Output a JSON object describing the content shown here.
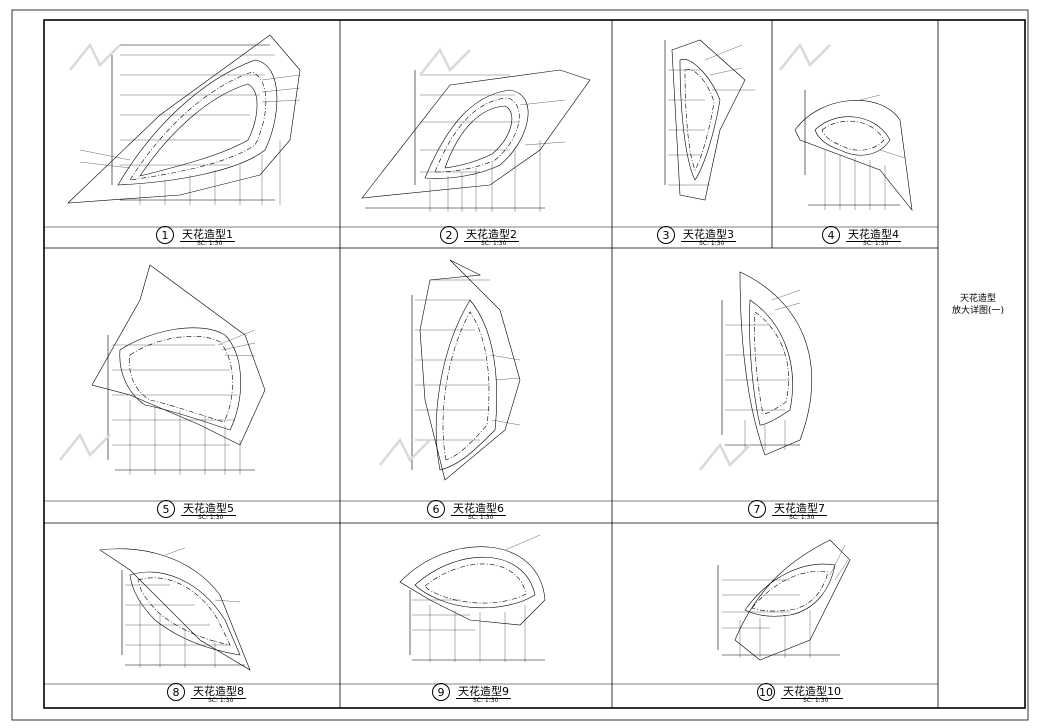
{
  "sheet": {
    "side_title_line1": "天花造型",
    "side_title_line2": "放大详图(一)"
  },
  "details": [
    {
      "num": "1",
      "title": "天花造型1",
      "scale": "SC: 1:30"
    },
    {
      "num": "2",
      "title": "天花造型2",
      "scale": "SC: 1:30"
    },
    {
      "num": "3",
      "title": "天花造型3",
      "scale": "SC: 1:30"
    },
    {
      "num": "4",
      "title": "天花造型4",
      "scale": "SC: 1:30"
    },
    {
      "num": "5",
      "title": "天花造型5",
      "scale": "SC: 1:30"
    },
    {
      "num": "6",
      "title": "天花造型6",
      "scale": "SC: 1:30"
    },
    {
      "num": "7",
      "title": "天花造型7",
      "scale": "SC: 1:30"
    },
    {
      "num": "8",
      "title": "天花造型8",
      "scale": "SC: 1:30"
    },
    {
      "num": "9",
      "title": "天花造型9",
      "scale": "SC: 1:30"
    },
    {
      "num": "10",
      "title": "天花造型10",
      "scale": "SC: 1:30"
    }
  ],
  "colors": {
    "line": "#000000",
    "watermark": "#d9d9d9"
  }
}
